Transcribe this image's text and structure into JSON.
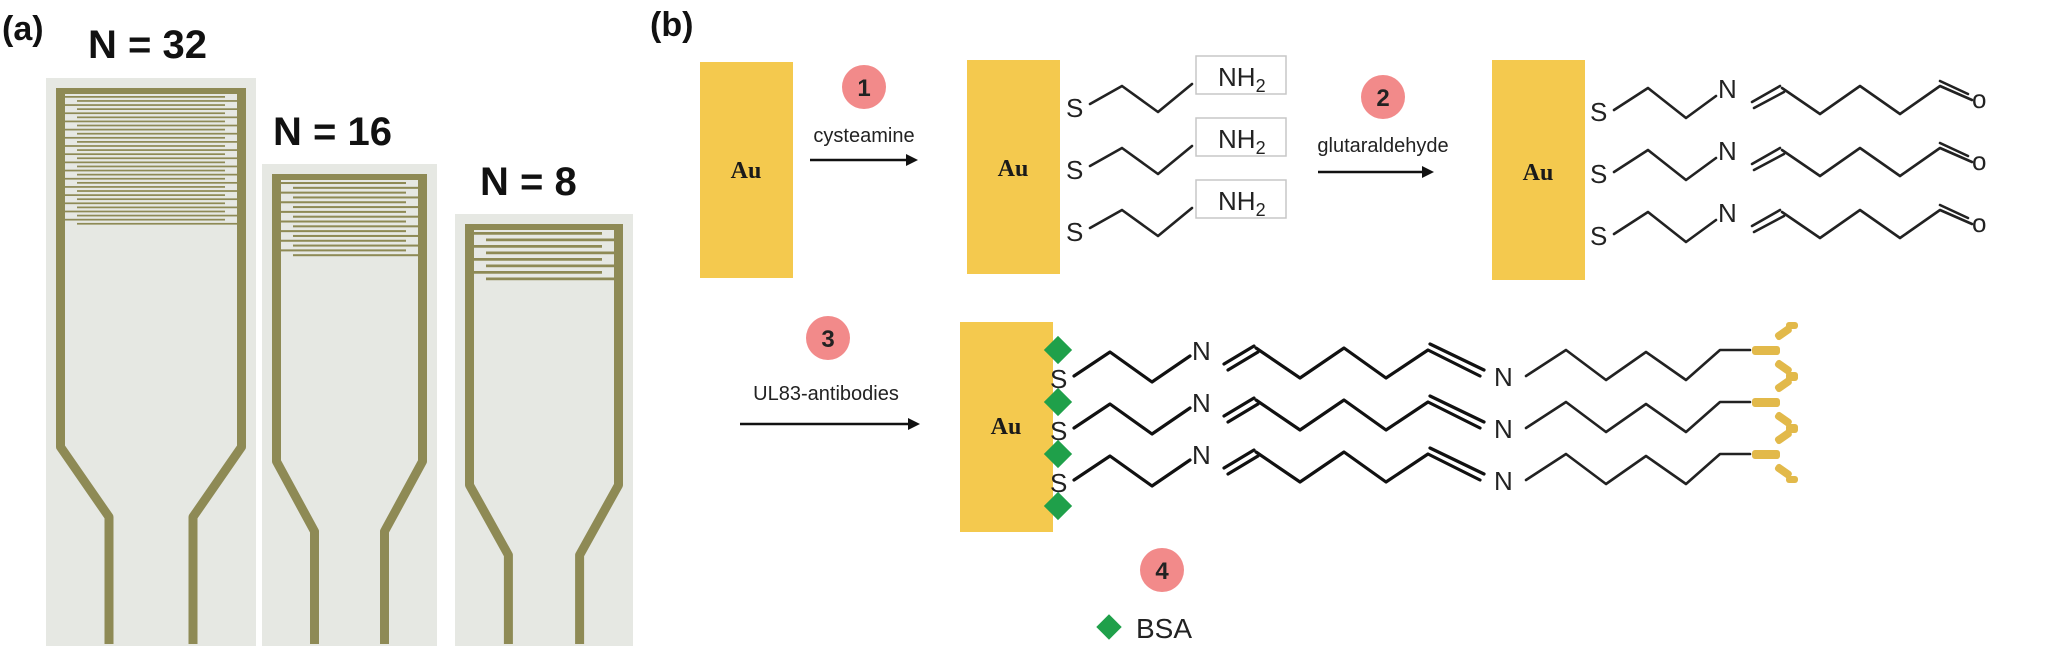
{
  "panel_a": {
    "label": "(a)",
    "electrodes": [
      {
        "n_label": "N = 32",
        "fingers": 32
      },
      {
        "n_label": "N = 16",
        "fingers": 16
      },
      {
        "n_label": "N = 8",
        "fingers": 8
      }
    ]
  },
  "panel_b": {
    "label": "(b)",
    "electrode_label": "Au",
    "steps": [
      {
        "number": "1",
        "reagent": "cysteamine"
      },
      {
        "number": "2",
        "reagent": "glutaraldehyde"
      },
      {
        "number": "3",
        "reagent": "UL83-antibodies"
      },
      {
        "number": "4"
      }
    ],
    "atoms": {
      "sulfur": "S",
      "nitrogen": "N",
      "amine": "NH",
      "amine_sub": "2",
      "oxygen": "o"
    },
    "legend": {
      "blocker_label": "BSA"
    },
    "colors": {
      "gold": "#F4C94E",
      "badge": "#F28A8A",
      "bsa": "#1FA04A",
      "antibody": "#E2B94A",
      "trace": "#8E8A55",
      "substrate": "#E6E8E3"
    }
  }
}
